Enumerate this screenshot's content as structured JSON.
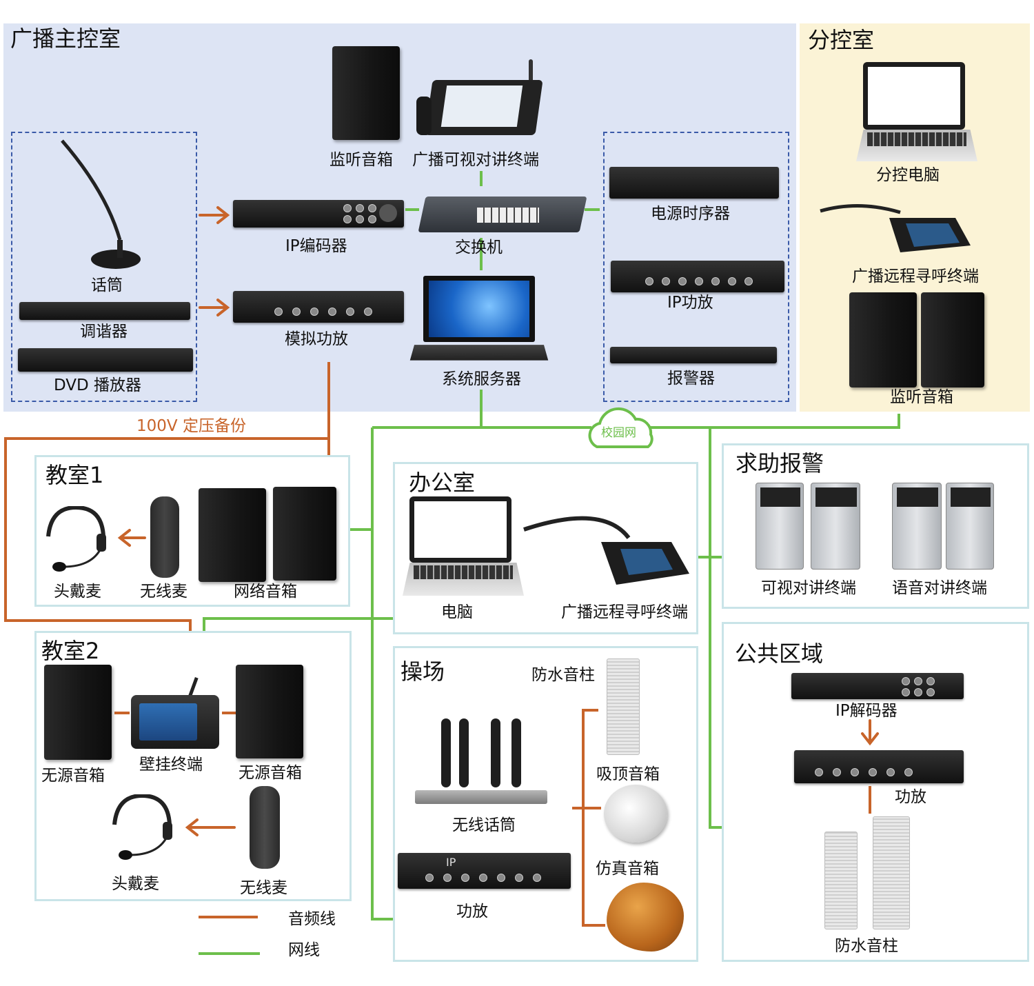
{
  "zones": {
    "main": "广播主控室",
    "branch": "分控室",
    "classroom1": "教室1",
    "classroom2": "教室2",
    "office": "办公室",
    "playground": "操场",
    "alarm": "求助报警",
    "public": "公共区域"
  },
  "main_room": {
    "monitor_speaker": "监听音箱",
    "intercom_terminal": "广播可视对讲终端",
    "microphone": "话筒",
    "tuner": "调谐器",
    "dvd": "DVD  播放器",
    "ip_encoder": "IP编码器",
    "analog_amp": "模拟功放",
    "switch": "交换机",
    "server": "系统服务器",
    "power_sequencer": "电源时序器",
    "ip_amp": "IP功放",
    "alarm_device": "报警器"
  },
  "branch_room": {
    "pc": "分控电脑",
    "paging_terminal": "广播远程寻呼终端",
    "monitor_speaker": "监听音箱"
  },
  "backup_label": "100V  定压备份",
  "campus_net": "校园网",
  "classroom1": {
    "headset": "头戴麦",
    "wireless_mic": "无线麦",
    "net_speaker": "网络音箱"
  },
  "office": {
    "pc": "电脑",
    "paging_terminal": "广播远程寻呼终端"
  },
  "alarm": {
    "video_intercom": "可视对讲终端",
    "voice_intercom": "语音对讲终端"
  },
  "classroom2": {
    "passive_speaker_left": "无源音箱",
    "wall_terminal": "壁挂终端",
    "passive_speaker_right": "无源音箱",
    "headset": "头戴麦",
    "wireless_mic": "无线麦"
  },
  "playground": {
    "waterproof_column": "防水音柱",
    "wireless_mics": "无线话筒",
    "ceiling_speaker": "吸顶音箱",
    "rock_speaker": "仿真音箱",
    "amp": "功放",
    "amp_tag": "IP"
  },
  "public_area": {
    "ip_decoder": "IP解码器",
    "amp": "功放",
    "waterproof_column": "防水音柱"
  },
  "legend": {
    "audio": "音频线",
    "network": "网线"
  },
  "colors": {
    "audio_line": "#c8642a",
    "network_line": "#6dbf4b",
    "main_bg": "#dde4f4",
    "branch_bg": "#fbf3d6",
    "border": "#c9e4e8"
  }
}
